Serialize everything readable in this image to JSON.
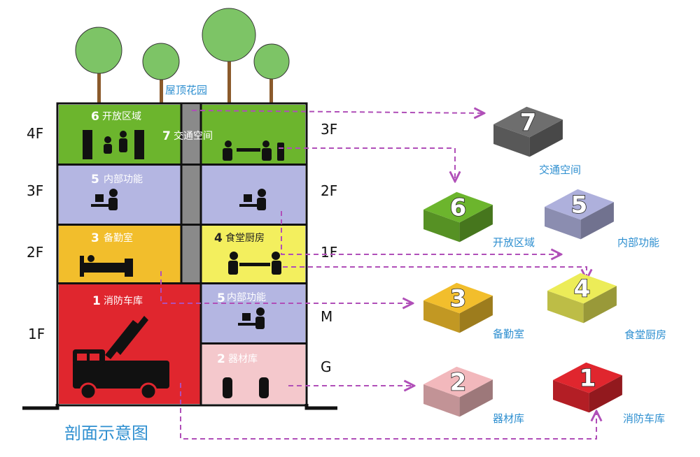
{
  "roof_label": "屋顶花园",
  "caption": "剖面示意图",
  "left_floor_labels": [
    "4F",
    "3F",
    "2F",
    "1F"
  ],
  "right_floor_labels": [
    "3F",
    "2F",
    "1F",
    "M",
    "G"
  ],
  "rooms": {
    "open_area": {
      "num": "6",
      "label": "开放区域"
    },
    "traffic": {
      "num": "7",
      "label": "交通空间"
    },
    "internal_upper": {
      "num": "5",
      "label": "内部功能"
    },
    "duty_room": {
      "num": "3",
      "label": "备勤室"
    },
    "canteen": {
      "num": "4",
      "label": "食堂厨房"
    },
    "fire_garage": {
      "num": "1",
      "label": "消防车库"
    },
    "internal_lower": {
      "num": "5",
      "label": "内部功能"
    },
    "equipment": {
      "num": "2",
      "label": "器材库"
    }
  },
  "blocks": {
    "b7": {
      "num": "7",
      "label": "交通空间",
      "color": "#6e6e6e"
    },
    "b6": {
      "num": "6",
      "label": "开放区域",
      "color": "#6cb52d"
    },
    "b5": {
      "num": "5",
      "label": "内部功能",
      "color": "#aeb0dc"
    },
    "b3": {
      "num": "3",
      "label": "备勤室",
      "color": "#f2be2c"
    },
    "b4": {
      "num": "4",
      "label": "食堂厨房",
      "color": "#ecec58"
    },
    "b2": {
      "num": "2",
      "label": "器材库",
      "color": "#f2b8bc"
    },
    "b1": {
      "num": "1",
      "label": "消防车库",
      "color": "#e0262e"
    }
  },
  "colors": {
    "green": "#6cb52d",
    "lavender": "#b4b6e2",
    "orange": "#f2be2c",
    "yellow": "#f3ef5e",
    "red": "#e0262e",
    "pink": "#f4c8cc",
    "core": "#8a8a8a",
    "arrow": "#b04fb8"
  }
}
